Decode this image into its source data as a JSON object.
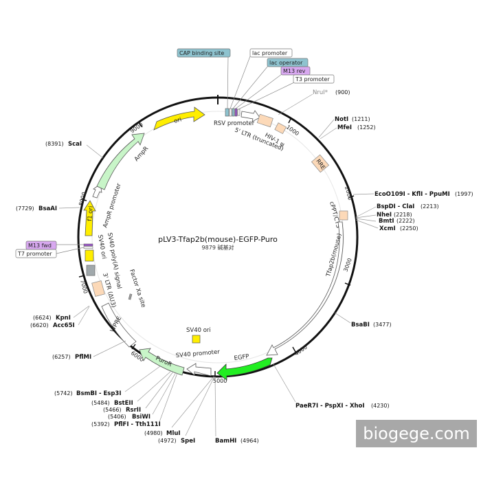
{
  "plasmid": {
    "name": "pLV3-Tfap2b(mouse)-EGFP-Puro",
    "length_text": "9879 碱基对",
    "length": 9879
  },
  "ticks": [
    "1000",
    "2000",
    "3000",
    "4000",
    "5000",
    "6000",
    "7000",
    "8000",
    "9000"
  ],
  "features": [
    {
      "label": "RSV promoter"
    },
    {
      "label": "5' LTR (truncated)"
    },
    {
      "label": "HIV-1 ψ"
    },
    {
      "label": "RRE"
    },
    {
      "label": "cPPT/CTS"
    },
    {
      "label": "Tfap2b(mouse)"
    },
    {
      "label": "EGFP"
    },
    {
      "label": "SV40 promoter"
    },
    {
      "label": "PuroR"
    },
    {
      "label": "SV40 ori"
    },
    {
      "label": "WPRE"
    },
    {
      "label": "3' LTR (ΔU3)"
    },
    {
      "label": "SV40 poly(A) signal"
    },
    {
      "label": "SV40 ori"
    },
    {
      "label": "f1 ori"
    },
    {
      "label": "AmpR promoter"
    },
    {
      "label": "AmpR"
    },
    {
      "label": "ori"
    },
    {
      "label": "Factor Xa site"
    }
  ],
  "primers_top": [
    {
      "label": "CAP binding site",
      "color": "#8ec3cf"
    },
    {
      "label": "lac promoter",
      "color": "#ffffff"
    },
    {
      "label": "lac operator",
      "color": "#8ec3cf"
    },
    {
      "label": "M13 rev",
      "color": "#d8a8f0"
    },
    {
      "label": "T3 promoter",
      "color": "#ffffff"
    }
  ],
  "primers_left": [
    {
      "label": "M13 fwd",
      "color": "#d8a8f0"
    },
    {
      "label": "T7 promoter",
      "color": "#ffffff"
    }
  ],
  "sites": [
    {
      "name": "NruI*",
      "pos": "(900)",
      "gray": true
    },
    {
      "name": "NotI",
      "pos": "(1211)"
    },
    {
      "name": "MfeI",
      "pos": "(1252)"
    },
    {
      "name": "EcoO109I - KflI - PpuMI",
      "pos": "(1997)"
    },
    {
      "name": "BspDI - ClaI",
      "pos": "(2213)"
    },
    {
      "name": "NheI",
      "pos": "(2218)"
    },
    {
      "name": "BmtI",
      "pos": "(2222)"
    },
    {
      "name": "XcmI",
      "pos": "(2250)"
    },
    {
      "name": "BsaBI",
      "pos": "(3477)"
    },
    {
      "name": "PaeR7I - PspXI - XhoI",
      "pos": "(4230)"
    },
    {
      "name": "BamHI",
      "pos": "(4964)"
    },
    {
      "name": "SpeI",
      "pos": "(4972)"
    },
    {
      "name": "MluI",
      "pos": "(4980)"
    },
    {
      "name": "PflFI - Tth111I",
      "pos": "(5392)"
    },
    {
      "name": "BsiWI",
      "pos": "(5406)"
    },
    {
      "name": "RsrII",
      "pos": "(5466)"
    },
    {
      "name": "BstEII",
      "pos": "(5484)"
    },
    {
      "name": "BsmBI - Esp3I",
      "pos": "(5742)"
    },
    {
      "name": "PflMI",
      "pos": "(6257)"
    },
    {
      "name": "Acc65I",
      "pos": "(6620)"
    },
    {
      "name": "KpnI",
      "pos": "(6624)"
    },
    {
      "name": "BsaAI",
      "pos": "(7729)"
    },
    {
      "name": "ScaI",
      "pos": "(8391)"
    }
  ],
  "colors": {
    "backbone": "#111111",
    "egfp": "#22ee22",
    "yellow": "#ffee00",
    "mint": "#c8f5c8",
    "peach": "#fcd9b8",
    "primer_blue": "#8ec3cf",
    "primer_purple": "#d8a8f0"
  },
  "watermark": "biogege.com"
}
